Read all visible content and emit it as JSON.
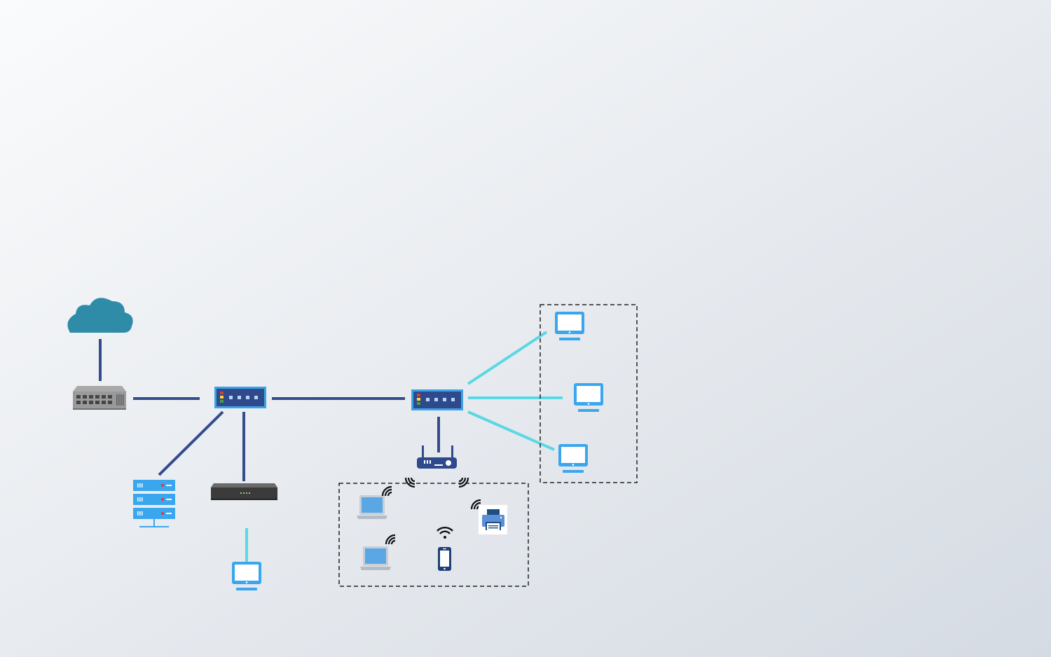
{
  "diagram": {
    "type": "network-topology",
    "colors": {
      "background_start": "#fafbfc",
      "background_end": "#d5dbe3",
      "wired_link": "#344c8c",
      "lan_link": "#5ad8e3",
      "cloud": "#2f8ca8",
      "switch_body": "#2f4a8c",
      "switch_frame": "#3da3e6",
      "monitor": "#3aa6ee",
      "server": "#3aa6ee",
      "nas": "#3b3b3b",
      "router": "#2f4a8c",
      "laptop": "#5aa7e6",
      "phone": "#1f3f7a",
      "printer": "#5b8fd6",
      "group_border": "#222222",
      "wifi_signal": "#111111"
    },
    "nodes": [
      {
        "id": "cloud",
        "kind": "cloud-icon"
      },
      {
        "id": "firewall",
        "kind": "firewall-icon"
      },
      {
        "id": "core-switch",
        "kind": "switch-icon"
      },
      {
        "id": "access-switch",
        "kind": "switch-icon"
      },
      {
        "id": "server",
        "kind": "server-icon"
      },
      {
        "id": "nas",
        "kind": "nas-icon"
      },
      {
        "id": "desktop-standalone",
        "kind": "monitor-icon"
      },
      {
        "id": "wireless-router",
        "kind": "router-icon"
      },
      {
        "id": "desktop-1",
        "kind": "monitor-icon"
      },
      {
        "id": "desktop-2",
        "kind": "monitor-icon"
      },
      {
        "id": "desktop-3",
        "kind": "monitor-icon"
      },
      {
        "id": "laptop-1",
        "kind": "laptop-icon"
      },
      {
        "id": "laptop-2",
        "kind": "laptop-icon"
      },
      {
        "id": "smartphone",
        "kind": "phone-icon"
      },
      {
        "id": "printer",
        "kind": "printer-icon"
      }
    ],
    "links": [
      {
        "from": "cloud",
        "to": "firewall",
        "type": "wired"
      },
      {
        "from": "firewall",
        "to": "core-switch",
        "type": "wired"
      },
      {
        "from": "core-switch",
        "to": "access-switch",
        "type": "wired"
      },
      {
        "from": "core-switch",
        "to": "server",
        "type": "wired"
      },
      {
        "from": "core-switch",
        "to": "nas",
        "type": "wired"
      },
      {
        "from": "nas",
        "to": "desktop-standalone",
        "type": "lan"
      },
      {
        "from": "access-switch",
        "to": "wireless-router",
        "type": "wired"
      },
      {
        "from": "access-switch",
        "to": "desktop-1",
        "type": "lan"
      },
      {
        "from": "access-switch",
        "to": "desktop-2",
        "type": "lan"
      },
      {
        "from": "access-switch",
        "to": "desktop-3",
        "type": "lan"
      }
    ],
    "groups": [
      {
        "id": "wired-desktops",
        "members": [
          "desktop-1",
          "desktop-2",
          "desktop-3"
        ],
        "style": "dashed"
      },
      {
        "id": "wireless-clients",
        "members": [
          "laptop-1",
          "laptop-2",
          "smartphone",
          "printer"
        ],
        "style": "dashed"
      }
    ]
  }
}
